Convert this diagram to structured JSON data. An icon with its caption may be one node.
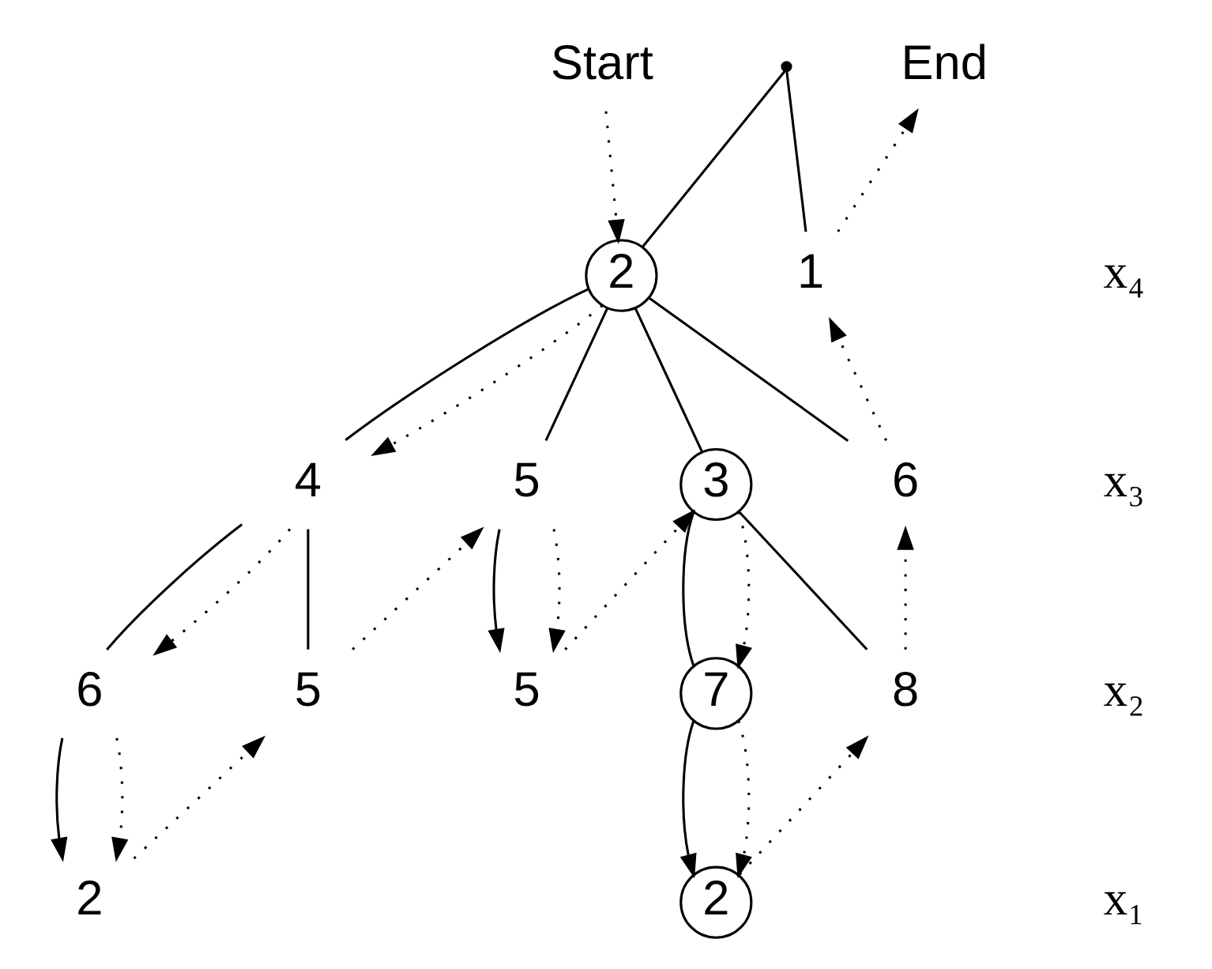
{
  "diagram": {
    "nodes": [
      {
        "text": [
          "Start"
        ]
      },
      {
        "text": [
          "End"
        ]
      },
      {
        "text": [],
        "shape": "point"
      },
      {
        "text": [
          "2"
        ]
      },
      {
        "text": [
          "1"
        ]
      },
      {
        "text": [
          "4"
        ]
      },
      {
        "text": [
          "5"
        ]
      },
      {
        "text": [
          "3"
        ]
      },
      {
        "text": [
          "6"
        ]
      },
      {
        "text": [
          "6"
        ]
      },
      {
        "text": [
          "5"
        ]
      },
      {
        "text": [
          "5"
        ]
      },
      {
        "text": [
          "7"
        ]
      },
      {
        "text": [
          "8"
        ]
      },
      {
        "text": [
          "2"
        ]
      },
      {
        "text": [
          "2"
        ]
      }
    ],
    "edges": [
      {
        "from": 2,
        "to": 3,
        "arrow": "none"
      },
      {
        "from": 2,
        "to": 4,
        "arrow": "none"
      },
      {
        "from": 3,
        "to": 5,
        "arrow": "none"
      },
      {
        "from": 3,
        "to": 6,
        "arrow": "none"
      },
      {
        "from": 3,
        "to": 7,
        "arrow": "none"
      },
      {
        "from": 3,
        "to": 8,
        "arrow": "none"
      },
      {
        "from": 5,
        "to": 9,
        "arrow": "none"
      },
      {
        "from": 5,
        "to": 10,
        "arrow": "none"
      },
      {
        "from": 6,
        "to": 11,
        "arrow": "to"
      },
      {
        "from": 7,
        "to": 12,
        "arrow": "none"
      },
      {
        "from": 7,
        "to": 13,
        "arrow": "none"
      },
      {
        "from": 9,
        "to": 14,
        "arrow": "to"
      },
      {
        "from": 12,
        "to": 15,
        "arrow": "to"
      },
      {
        "from": 0,
        "to": 3,
        "arrow": "to",
        "style": "dashed"
      },
      {
        "from": 3,
        "to": 5,
        "arrow": "to",
        "style": "dashed"
      },
      {
        "from": 5,
        "to": 9,
        "arrow": "to",
        "style": "dashed"
      },
      {
        "from": 9,
        "to": 14,
        "arrow": "to",
        "style": "dashed"
      },
      {
        "from": 14,
        "to": 10,
        "arrow": "to",
        "style": "dashed"
      },
      {
        "from": 10,
        "to": 6,
        "arrow": "to",
        "style": "dashed"
      },
      {
        "from": 6,
        "to": 11,
        "arrow": "to",
        "style": "dashed"
      },
      {
        "from": 11,
        "to": 7,
        "arrow": "to",
        "style": "dashed"
      },
      {
        "from": 7,
        "to": 12,
        "arrow": "to",
        "style": "dashed"
      },
      {
        "from": 12,
        "to": 15,
        "arrow": "to",
        "style": "dashed"
      },
      {
        "from": 15,
        "to": 13,
        "arrow": "to",
        "style": "dashed"
      },
      {
        "from": 13,
        "to": 8,
        "arrow": "to",
        "style": "dashed"
      },
      {
        "from": 8,
        "to": 4,
        "arrow": "to",
        "style": "dashed"
      },
      {
        "from": 4,
        "to": 1,
        "arrow": "to",
        "style": "dashed"
      }
    ],
    "labels": [
      "x₄",
      "x₃",
      "x₂",
      "x₁"
    ]
  }
}
